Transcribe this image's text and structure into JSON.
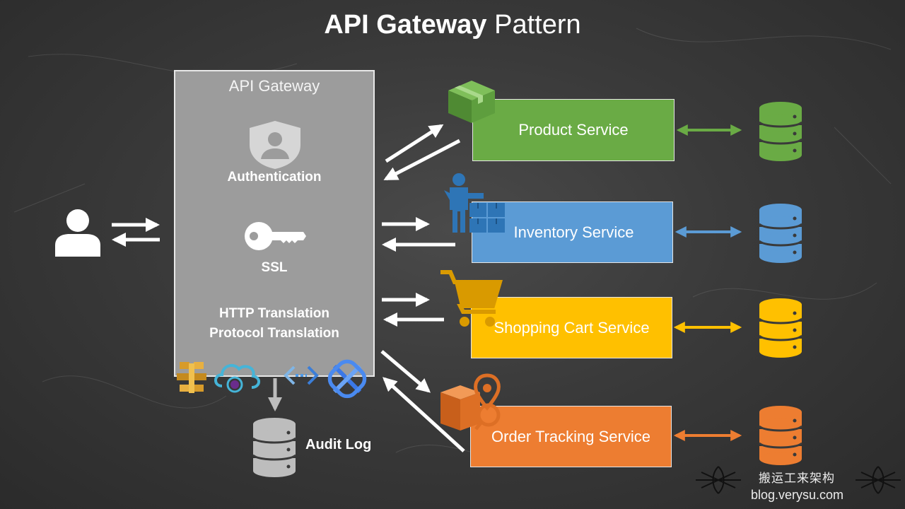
{
  "title": {
    "bold": "API Gateway",
    "regular": "Pattern"
  },
  "gateway": {
    "title": "API Gateway",
    "features": {
      "auth": "Authentication",
      "ssl": "SSL",
      "http": "HTTP Translation",
      "protocol": "Protocol Translation"
    }
  },
  "audit_log": "Audit Log",
  "services": [
    {
      "label": "Product Service",
      "color": "#6aab45"
    },
    {
      "label": "Inventory Service",
      "color": "#5b9bd5"
    },
    {
      "label": "Shopping Cart Service",
      "color": "#ffc000"
    },
    {
      "label": "Order Tracking Service",
      "color": "#ed7d31"
    }
  ],
  "watermark": {
    "text": "搬运工来架构",
    "url": "blog.verysu.com"
  },
  "icons": [
    "user-icon",
    "shield-user-icon",
    "key-icon",
    "database-icon",
    "box-icon",
    "worker-icon",
    "cart-icon",
    "package-location-icon"
  ]
}
